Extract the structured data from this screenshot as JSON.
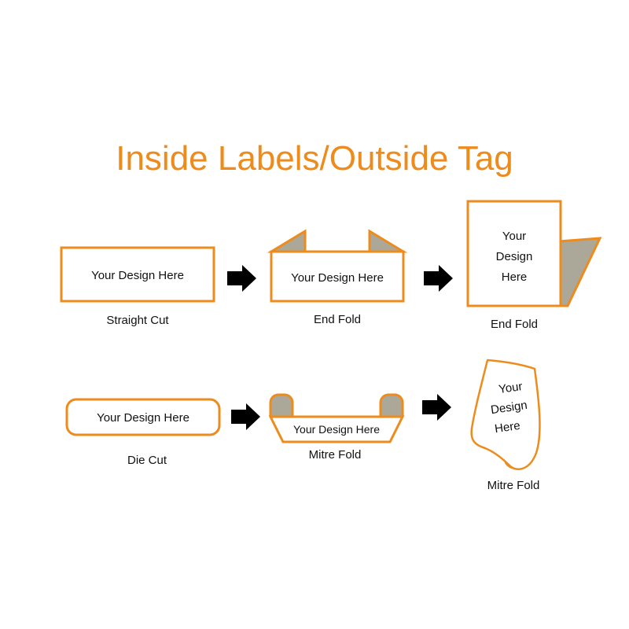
{
  "page": {
    "title": "Inside Labels/Outside Tag",
    "background": "#ffffff"
  },
  "colors": {
    "accent_orange": "#ED8B1C",
    "fold_gray": "#ACA899",
    "arrow_black": "#000000",
    "text_black": "#111111"
  },
  "design_placeholder": "Your Design Here",
  "design_placeholder_lines": {
    "line1": "Your",
    "line2": "Design",
    "line3": "Here"
  },
  "rows": [
    {
      "id": "row-straight-cut",
      "steps": [
        {
          "id": "straight-cut",
          "caption": "Straight Cut",
          "design": "Your Design Here",
          "shape": "rectangle"
        },
        {
          "id": "end-fold-flat",
          "caption": "End Fold",
          "design": "Your Design Here",
          "shape": "rect-with-two-triangular-flaps"
        },
        {
          "id": "end-fold-folded",
          "caption": "End Fold",
          "design_l1": "Your",
          "design_l2": "Design",
          "design_l3": "Here",
          "shape": "tag-with-right-fold"
        }
      ],
      "arrows": [
        {
          "id": "arrow-1",
          "name": "arrow-right-icon"
        },
        {
          "id": "arrow-2",
          "name": "arrow-right-icon"
        }
      ]
    },
    {
      "id": "row-die-cut",
      "steps": [
        {
          "id": "die-cut",
          "caption": "Die Cut",
          "design": "Your Design Here",
          "shape": "rounded-rectangle"
        },
        {
          "id": "mitre-fold-flat",
          "caption": "Mitre Fold",
          "design": "Your Design Here",
          "shape": "trapezoid-with-two-rounded-tabs"
        },
        {
          "id": "mitre-fold-folded",
          "caption": "Mitre Fold",
          "design_l1": "Your",
          "design_l2": "Design",
          "design_l3": "Here",
          "shape": "curved-tag-with-fold"
        }
      ],
      "arrows": [
        {
          "id": "arrow-3",
          "name": "arrow-right-icon"
        },
        {
          "id": "arrow-4",
          "name": "arrow-right-icon"
        }
      ]
    }
  ]
}
